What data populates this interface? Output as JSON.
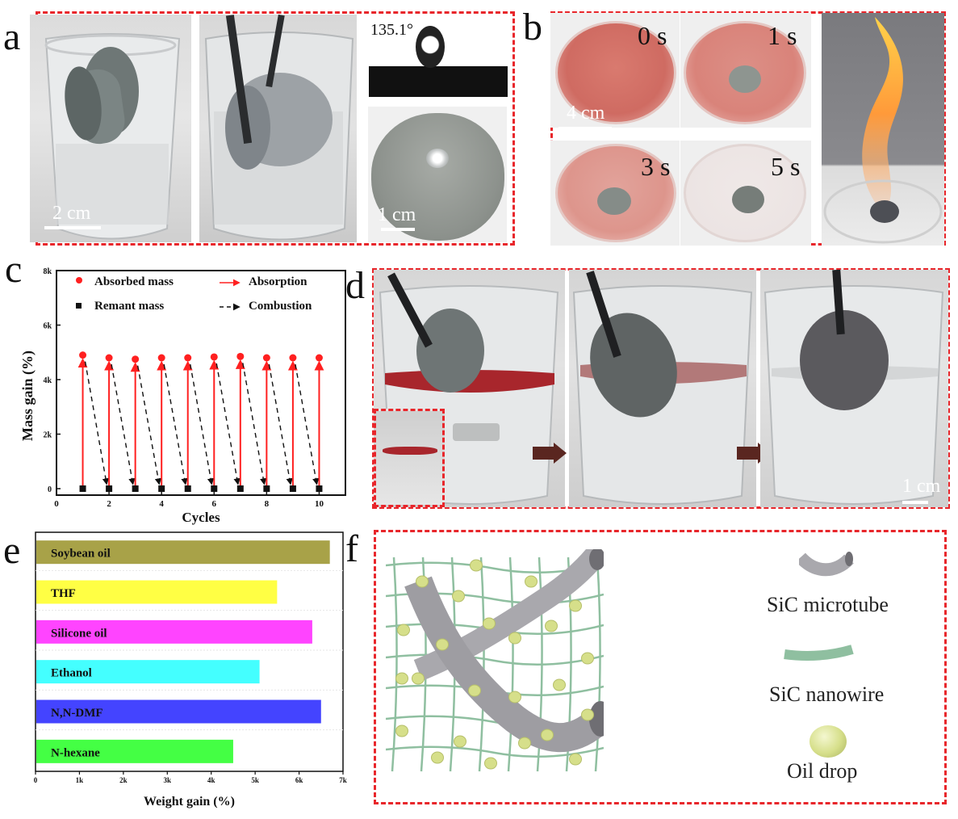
{
  "panels": {
    "a": {
      "letter": "a",
      "contact_angle": "135.1°",
      "scale_left": "2 cm",
      "scale_right": "1 cm"
    },
    "b": {
      "letter": "b",
      "times": [
        "0 s",
        "1 s",
        "3 s",
        "5 s"
      ],
      "scale": "4 cm"
    },
    "c": {
      "letter": "c"
    },
    "d": {
      "letter": "d",
      "scale": "1 cm"
    },
    "e": {
      "letter": "e"
    },
    "f": {
      "letter": "f",
      "legend": [
        {
          "label": "SiC microtube",
          "icon": "microtube-icon"
        },
        {
          "label": "SiC nanowire",
          "icon": "nanowire-icon"
        },
        {
          "label": "Oil drop",
          "icon": "oil-drop-icon"
        }
      ]
    }
  },
  "colors": {
    "dash_border": "#e8262b",
    "absorbed": "#ff2020",
    "remnant": "#111111",
    "oil_red": "#b8322e",
    "nanowire": "#8fbfa0",
    "oil_drop": "#d6df8a",
    "tube": "#a9a8ad"
  },
  "chart_data": [
    {
      "panel": "c",
      "type": "scatter",
      "title": "",
      "xlabel": "Cycles",
      "ylabel": "Mass gain (%)",
      "xlim": [
        0,
        11
      ],
      "ylim": [
        0,
        8000
      ],
      "xticks": [
        "0",
        "2",
        "4",
        "6",
        "8",
        "10"
      ],
      "yticks": [
        "0",
        "2k",
        "4k",
        "6k",
        "8k"
      ],
      "legend": [
        {
          "label": "Absorbed mass",
          "marker": "circle",
          "color": "#ff2020"
        },
        {
          "label": "Remant mass",
          "marker": "square",
          "color": "#111111"
        },
        {
          "label": "Absorption",
          "marker": "solid-arrow",
          "color": "#ff2020"
        },
        {
          "label": "Combustion",
          "marker": "dashed-arrow",
          "color": "#111111"
        }
      ],
      "legend_position": "top",
      "series": [
        {
          "name": "Absorbed mass",
          "x": [
            1,
            2,
            3,
            4,
            5,
            6,
            7,
            8,
            9,
            10
          ],
          "y": [
            4900,
            4800,
            4750,
            4800,
            4800,
            4830,
            4850,
            4800,
            4800,
            4800
          ]
        },
        {
          "name": "Remant mass",
          "x": [
            1,
            2,
            3,
            4,
            5,
            6,
            7,
            8,
            9,
            10
          ],
          "y": [
            0,
            0,
            0,
            0,
            0,
            0,
            0,
            0,
            0,
            0
          ]
        }
      ]
    },
    {
      "panel": "e",
      "type": "bar",
      "orientation": "horizontal",
      "title": "",
      "xlabel": "Weight gain (%)",
      "ylabel": "",
      "xlim": [
        0,
        7000
      ],
      "xticks": [
        "0",
        "1k",
        "2k",
        "3k",
        "4k",
        "5k",
        "6k",
        "7k"
      ],
      "categories": [
        "Soybean oil",
        "THF",
        "Silicone oil",
        "Ethanol",
        "N,N-DMF",
        "N-hexane"
      ],
      "values": [
        6700,
        5500,
        6300,
        5100,
        6500,
        4500
      ],
      "bar_colors": [
        "#a8a248",
        "#ffff44",
        "#ff44ff",
        "#44ffff",
        "#4444ff",
        "#44ff44"
      ]
    }
  ]
}
